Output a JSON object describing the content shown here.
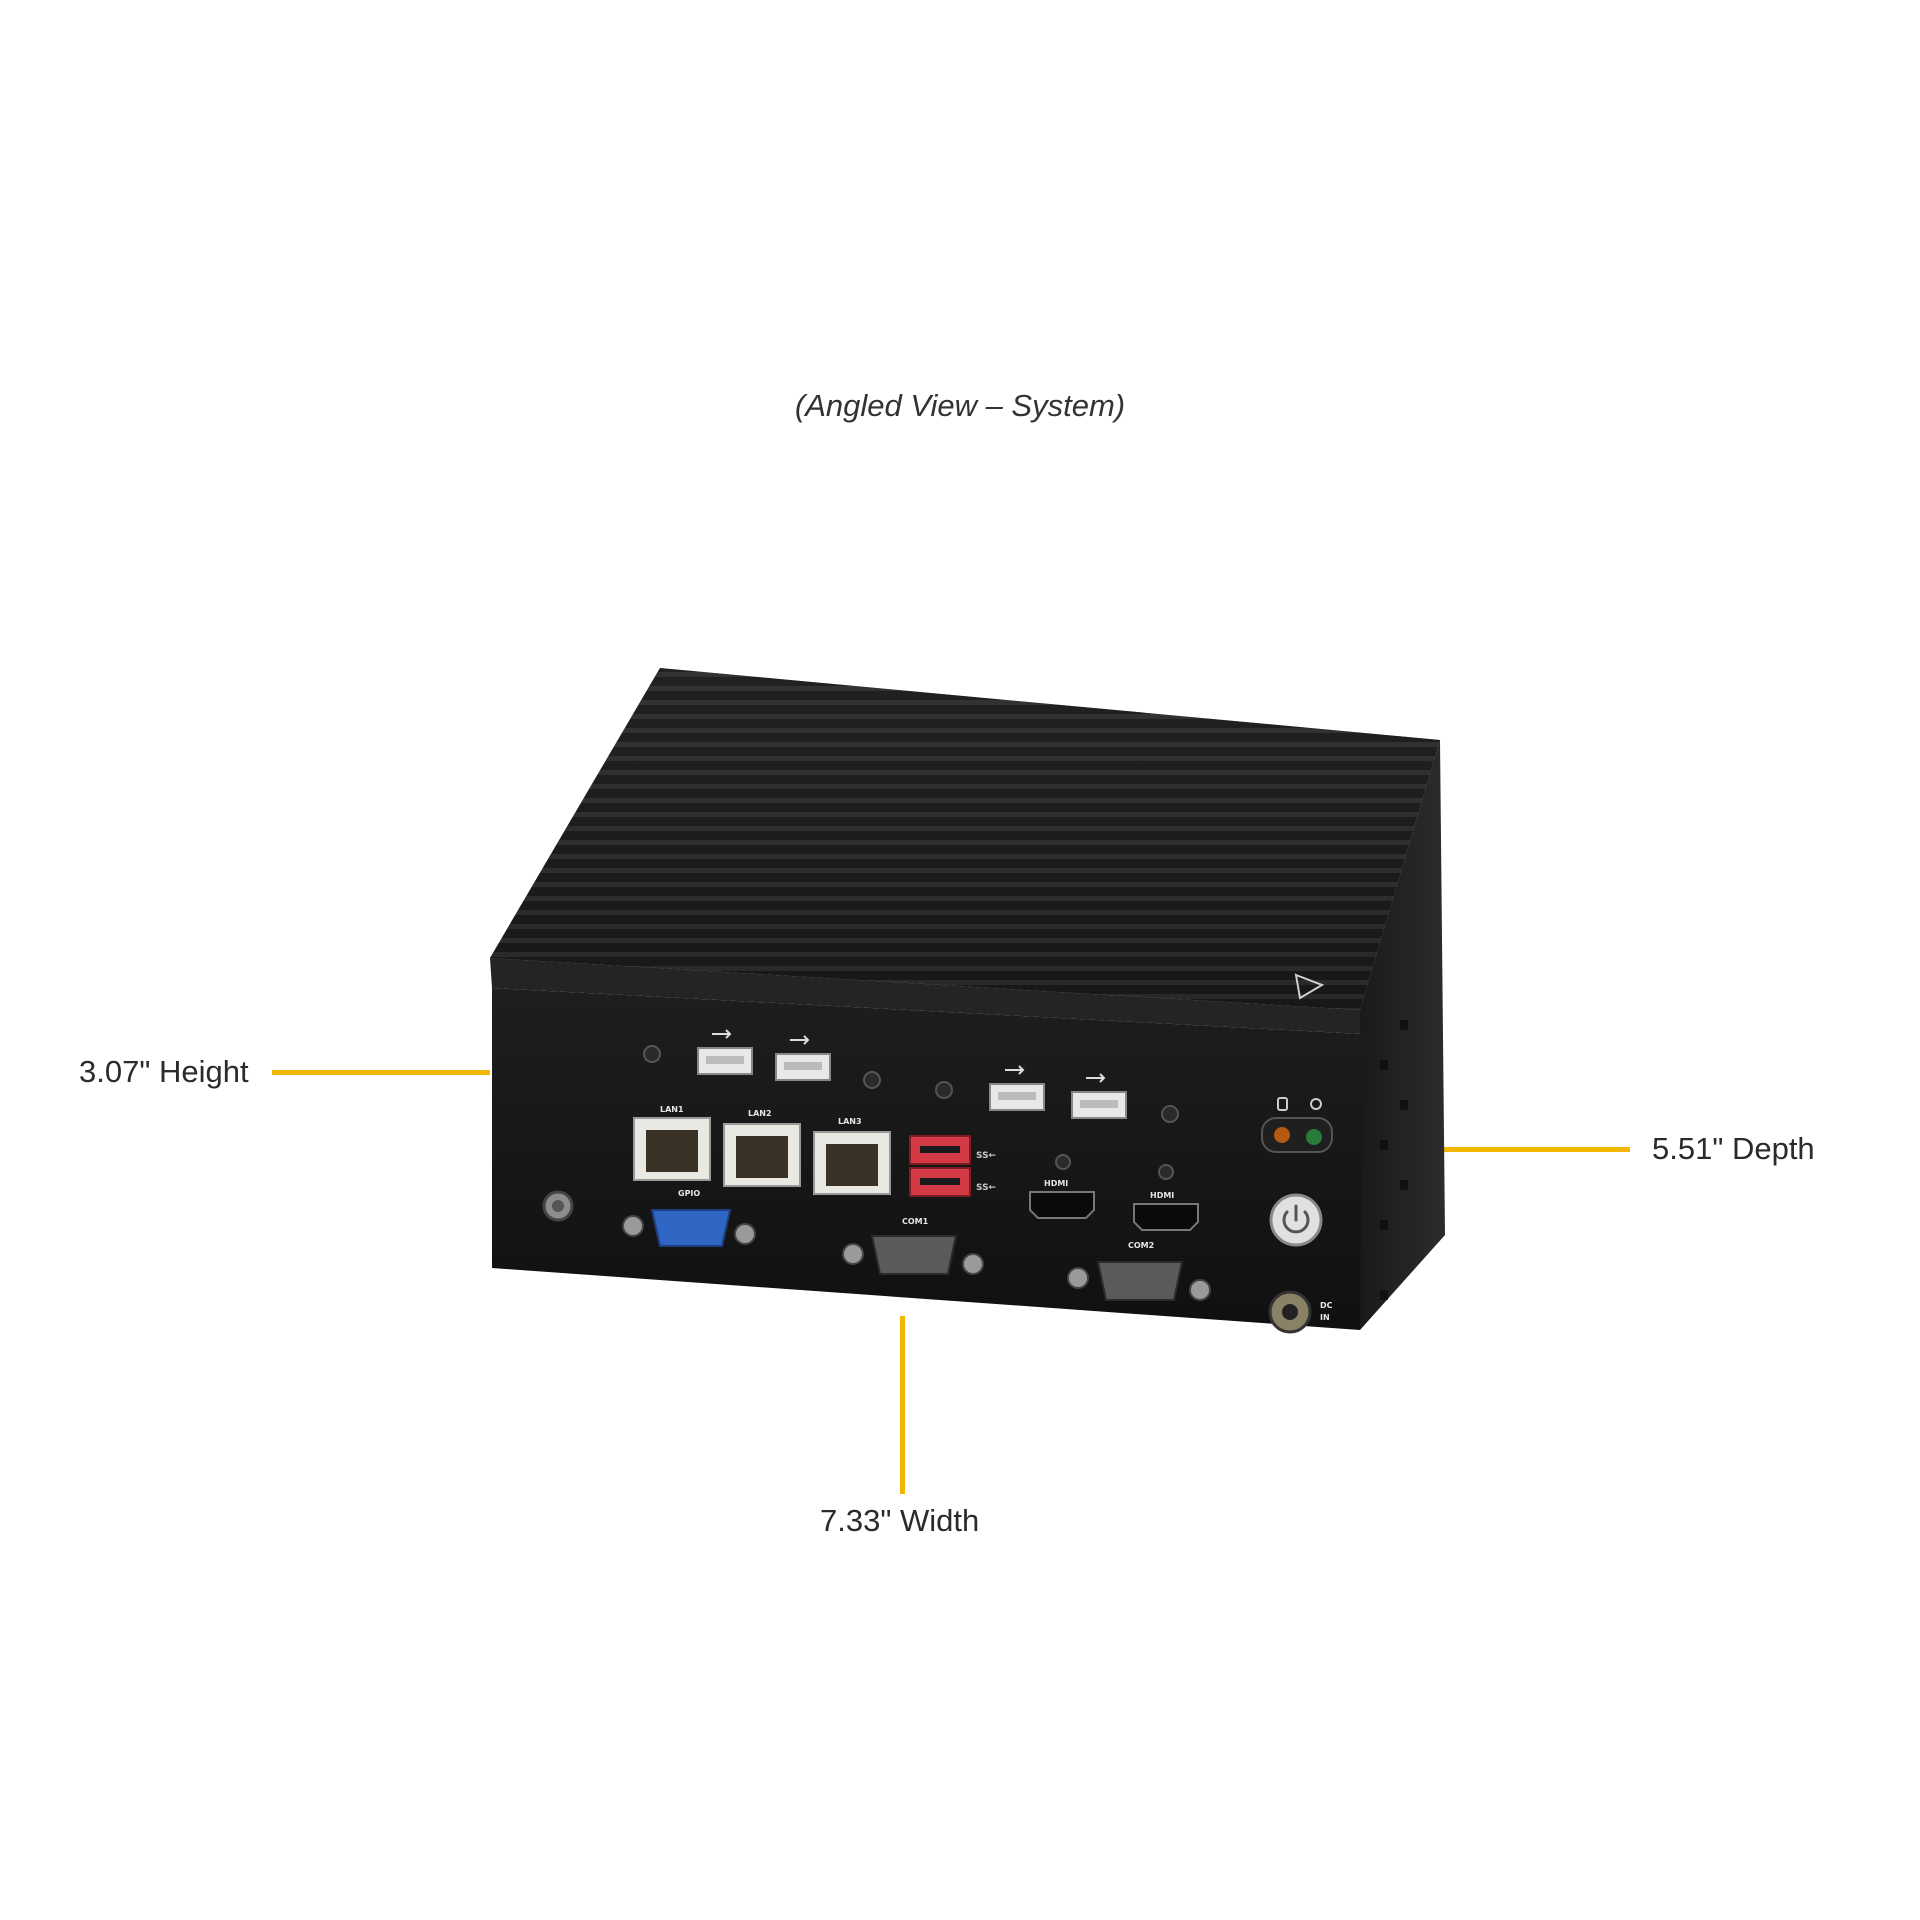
{
  "caption": "(Angled View – System)",
  "dimensions": {
    "height": "3.07\" Height",
    "depth": "5.51\" Depth",
    "width": "7.33\" Width"
  },
  "ports": {
    "lan1": "LAN1",
    "lan2": "LAN2",
    "lan3": "LAN3",
    "gpio": "GPIO",
    "com1": "COM1",
    "com2": "COM2",
    "hdmi_1": "HDMI",
    "hdmi_2": "HDMI",
    "usb3_a": "SS←",
    "usb3_b": "SS←",
    "dc_in_1": "DC",
    "dc_in_2": "IN"
  },
  "colors": {
    "accent_line": "#f2b600",
    "chassis": "#161616",
    "gpio_port": "#2f66c4",
    "usb3_port": "#d33a46"
  },
  "icons": [
    "usb-icon",
    "power-icon",
    "hdd-led-icon",
    "power-led-icon",
    "warning-triangle-icon"
  ]
}
